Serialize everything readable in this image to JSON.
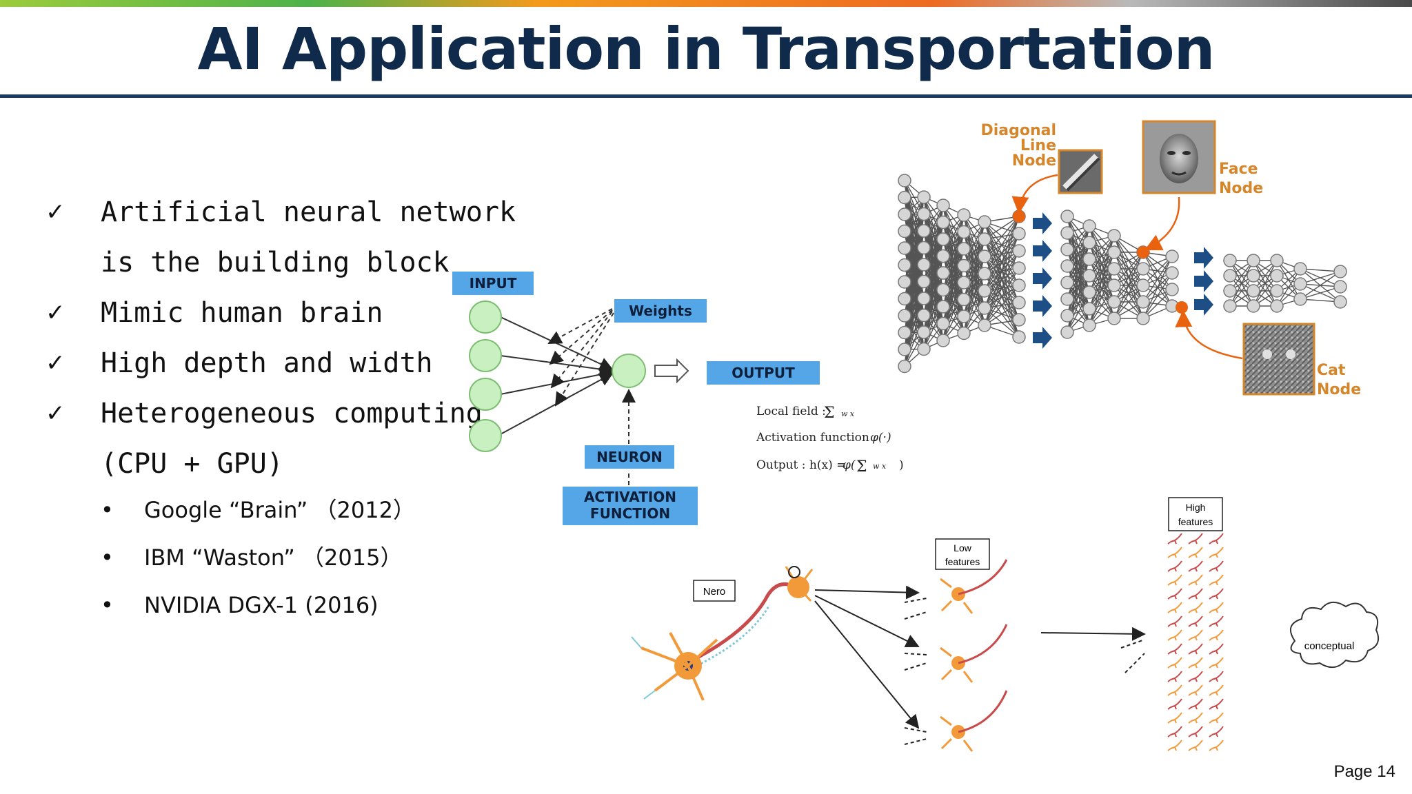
{
  "slide": {
    "title": "AI Application in Transportation",
    "page": "Page 14"
  },
  "bullets": [
    {
      "icon": "check-icon",
      "lines": [
        "Artificial neural network",
        "is the building block"
      ]
    },
    {
      "icon": "check-icon",
      "lines": [
        "Mimic human brain"
      ]
    },
    {
      "icon": "check-icon",
      "lines": [
        "High depth and width"
      ]
    },
    {
      "icon": "check-icon",
      "lines": [
        "Heterogeneous computing",
        "(CPU + GPU)"
      ]
    }
  ],
  "sub_bullets": [
    "Google “Brain” （2012）",
    "IBM “Waston” （2015）",
    "NVIDIA DGX-1 (2016)"
  ],
  "neuron_diagram": {
    "input": "INPUT",
    "weights": "Weights",
    "output": "OUTPUT",
    "neuron": "NEURON",
    "activation": [
      "ACTIVATION",
      "FUNCTION"
    ],
    "formulas": [
      "Local field :",
      "Activation function :",
      "Output : h(x) ="
    ]
  },
  "deep_network": {
    "diagonal_node": [
      "Diagonal",
      "Line",
      "Node"
    ],
    "face_node": [
      "Face",
      "Node"
    ],
    "cat_node": [
      "Cat",
      "Node"
    ]
  },
  "brain_diagram": {
    "nero": "Nero",
    "low_features": [
      "Low",
      "features"
    ],
    "high_features": [
      "High",
      "features"
    ],
    "conceptual": "conceptual"
  },
  "colors": {
    "title": "#0f2a4a",
    "rule": "#1d3a63",
    "label_box": "#55a6e6",
    "node_green": "#c9f0c0",
    "node_orange": "#e8620f",
    "node_label": "#d5862b"
  }
}
